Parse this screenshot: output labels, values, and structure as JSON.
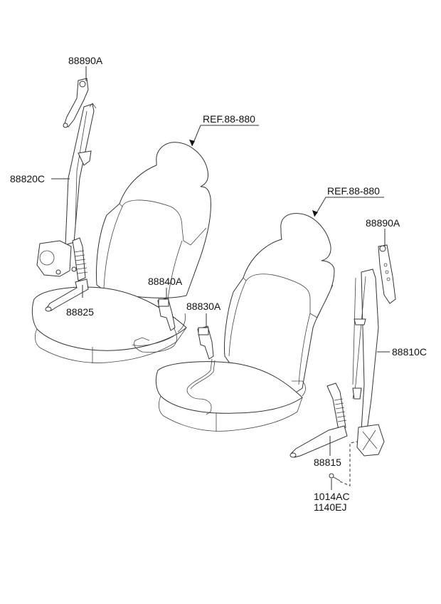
{
  "diagram": {
    "title": "Front Seat Belt Assembly",
    "line_color": "#333333",
    "text_color": "#111111",
    "callouts": {
      "upper_anchor_left": "88890A",
      "belt_assembly_left": "88820C",
      "buckle_pretensioner_left": "88825",
      "buckle_left": "88840A",
      "buckle_right": "88830A",
      "ref_seat_left": "REF.88-880",
      "ref_seat_right": "REF.88-880",
      "upper_anchor_right": "88890A",
      "belt_assembly_right": "88810C",
      "buckle_pretensioner_right": "88815",
      "bolt_part_1": "1014AC",
      "bolt_part_2": "1140EJ"
    }
  }
}
